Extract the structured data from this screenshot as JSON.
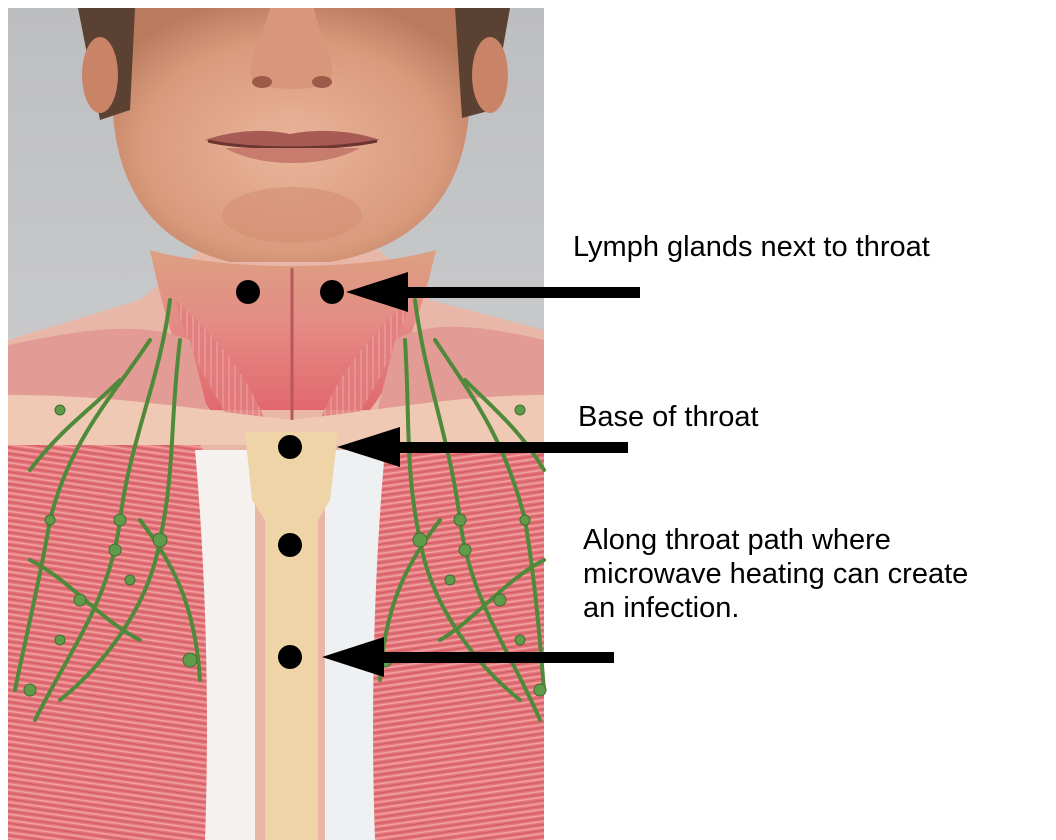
{
  "annotations": {
    "lymph_glands": "Lymph glands next to throat",
    "throat_base": "Base of throat",
    "throat_path": [
      "Along throat path where",
      "microwave heating can create",
      "an infection."
    ]
  },
  "colors": {
    "marker": "#000000",
    "skin": "#e3a98c",
    "muscle": "#e06f72",
    "sternum": "#efd4a8",
    "lymph": "#4f8a3b",
    "background": "#ffffff"
  },
  "illustration": {
    "subject": "male torso with neck muscles and lymphatic system",
    "markers": [
      "lymph-gland-left",
      "lymph-gland-right",
      "throat-base",
      "throat-path-upper",
      "throat-path-lower"
    ],
    "arrows": [
      "lymph-glands-arrow",
      "throat-base-arrow",
      "throat-path-arrow"
    ]
  }
}
